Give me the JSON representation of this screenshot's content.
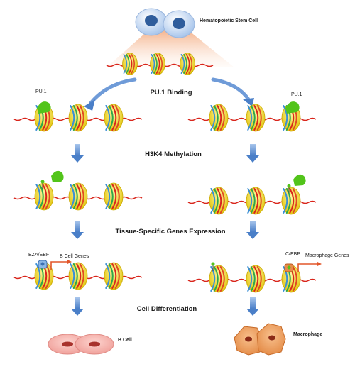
{
  "title": {
    "stem_cell": "Hematopoietic Stem Cell"
  },
  "stages": {
    "pu1_binding": "PU.1 Binding",
    "h3k4_methylation": "H3K4 Methylation",
    "tissue_expression": "Tissue-Specific Genes Expression",
    "differentiation": "Cell Differentiation"
  },
  "left": {
    "tf_label": "PU.1",
    "factor_label": "EZA/EBF",
    "genes_label": "B Cell Genes",
    "cell_label": "B Cell"
  },
  "right": {
    "tf_label": "PU.1",
    "factor_label": "C/EBP",
    "genes_label": "Macrophage Genes",
    "cell_label": "Macrophage"
  },
  "colors": {
    "dna": "#d9261c",
    "nucleosome": "#f2d80a",
    "pu1": "#52c41a",
    "arrow": "#5b8fd3",
    "stem_cell": "#b9d2f0",
    "b_cell": "#f4a9a4",
    "macrophage": "#ee9a58",
    "transcription_arrow": "#e2562a"
  }
}
